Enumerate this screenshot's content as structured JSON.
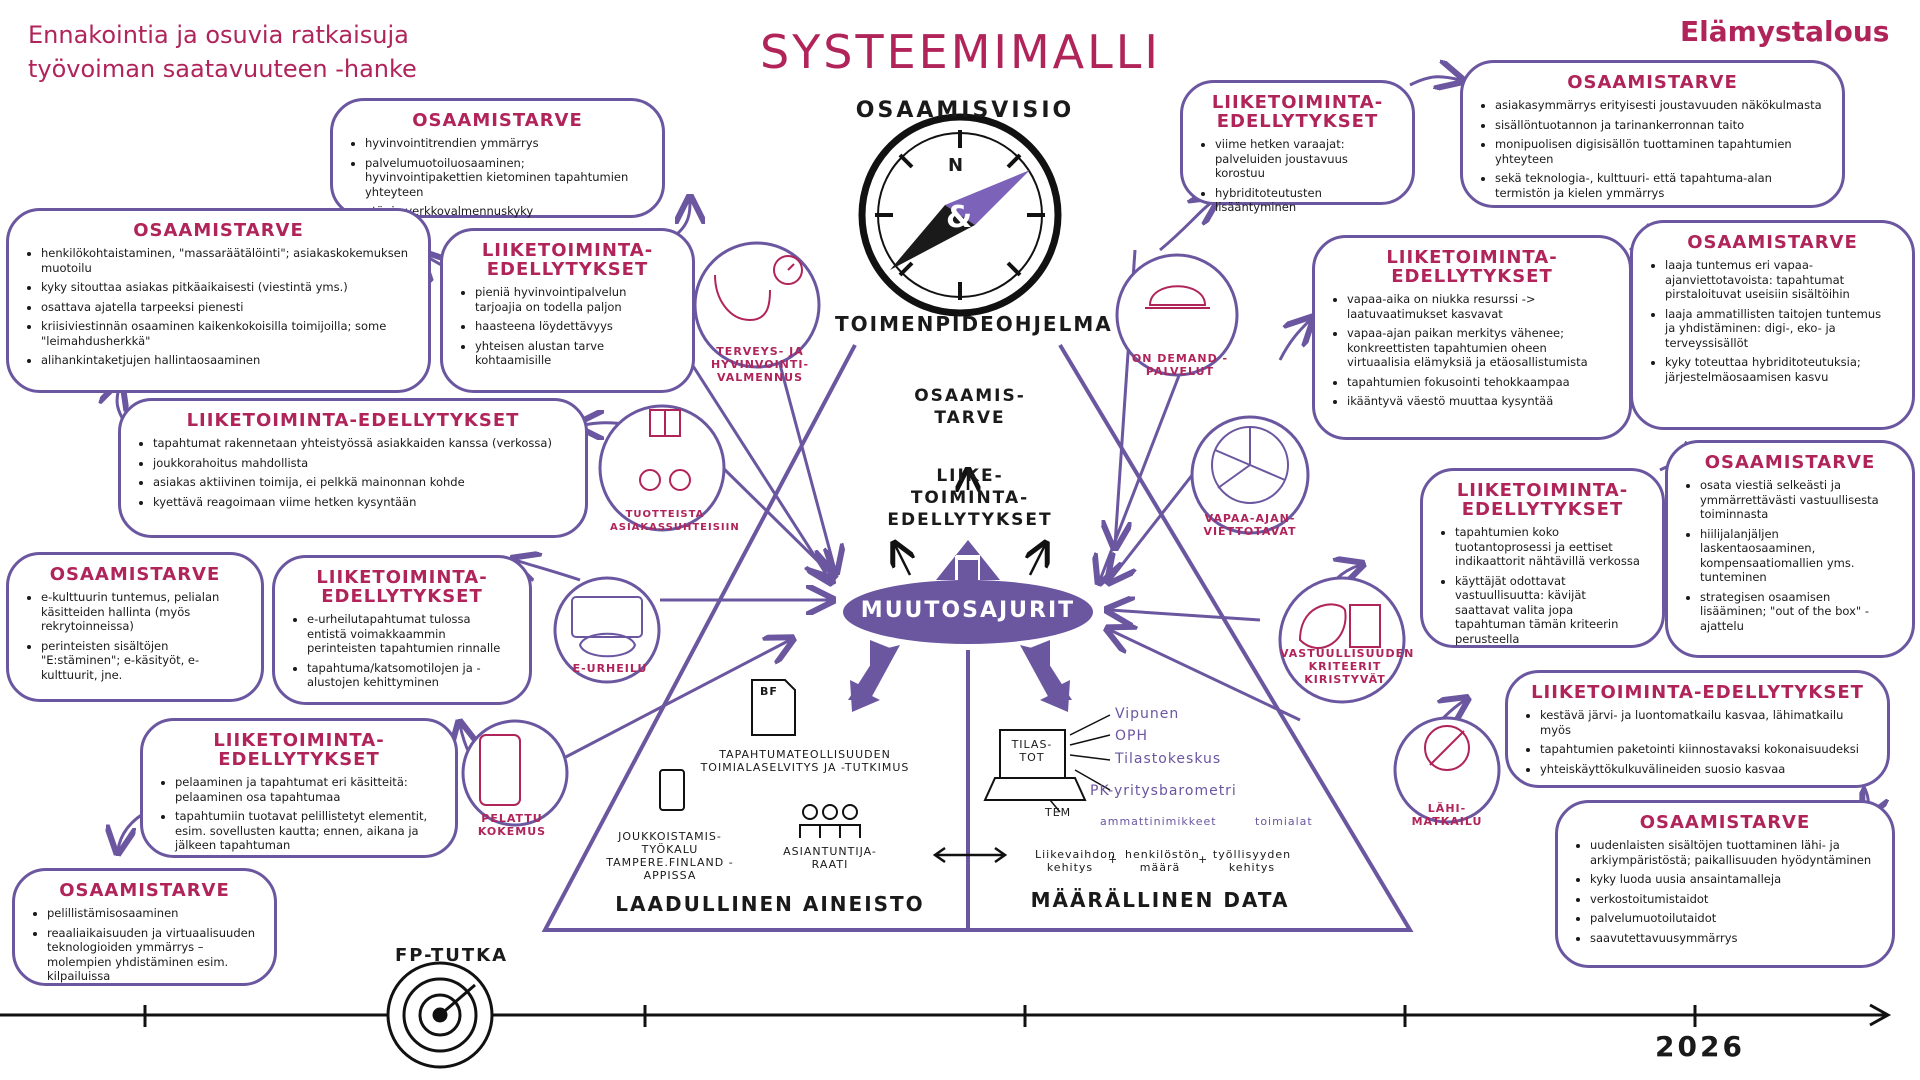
{
  "header": {
    "project_title_line1": "Ennakointia ja osuvia ratkaisuja",
    "project_title_line2": "työvoiman saatavuuteen -hanke",
    "main_title": "SYSTEEMIMALLI",
    "brand": "Elämystalous"
  },
  "center": {
    "vision": "OSAAMISVISIO",
    "program": "TOIMENPIDEOHJELMA",
    "compass_symbol": "&",
    "compass_n": "N",
    "osaamistarve": "OSAAMIS-TARVE",
    "liiketoiminta": "LIIKE-TOIMINTA-EDELLYTYKSET",
    "muutosajurit": "MUUTOSAJURIT",
    "qualitative": "LAADULLINEN AINEISTO",
    "quantitative": "MÄÄRÄLLINEN DATA",
    "bf": "BF",
    "toimialaselvitys": "TAPAHTUMATEOLLISUUDEN TOIMIALASELVITYS JA -TUTKIMUS",
    "joukkoistamis": "JOUKKOISTAMIS-TYÖKALU TAMPERE.FINLAND -APPISSA",
    "asiantuntija": "ASIANTUNTIJA-RAATI",
    "tilastot": "TILAS-TOT",
    "tem": "TEM",
    "vipunen": "Vipunen",
    "oph": "OPH",
    "tilastokeskus": "Tilastokeskus",
    "pk_barometri": "PK-yritysbarometri",
    "ammattinimikkeet": "ammattinimikkeet",
    "toimialat": "toimialat",
    "liikevaihdon": "Liikevaihdon kehitys",
    "henkiloston": "henkilöstön määrä",
    "tyollisyyden": "työllisyyden kehitys",
    "plus": "+"
  },
  "timeline": {
    "radar": "FP-TUTKA",
    "year": "2026"
  },
  "categories": {
    "terveys": "TERVEYS- JA HYVINVOINTI-VALMENNUS",
    "tuotteistus": "TUOTTEISTA ASIAKASSUHTEISIIN",
    "eurheilu": "E-URHEILU",
    "pelattu": "PELATTU KOKEMUS",
    "ondemand": "ON DEMAND -PALVELUT",
    "vapaa": "VAPAA-AJAN-VIETTOTAVAT",
    "vastuullisuus": "VASTUULLISUUDEN KRITEERIT KIRISTYVÄT",
    "lahimatkailu": "LÄHI-MATKAILU"
  },
  "boxes": {
    "o1": {
      "title": "OSAAMISTARVE",
      "items": [
        "hyvinvointitrendien ymmärrys",
        "palvelumuotoiluosaaminen; hyvinvointipakettien kietominen tapahtumien yhteyteen",
        "etä- ja verkkovalmennuskyky"
      ]
    },
    "o2": {
      "title": "OSAAMISTARVE",
      "items": [
        "henkilökohtaistaminen, \"massaräätälöinti\"; asiakaskokemuksen muotoilu",
        "kyky sitouttaa asiakas pitkäaikaisesti (viestintä yms.)",
        "osattava ajatella tarpeeksi pienesti",
        "kriisiviestinnän osaaminen kaikenkokoisilla toimijoilla; some \"leimahdusherkkä\"",
        "alihankintaketjujen hallintaosaaminen"
      ]
    },
    "l1": {
      "title": "LIIKETOIMINTA-EDELLYTYKSET",
      "items": [
        "pieniä hyvinvointipalvelun tarjoajia on todella paljon",
        "haasteena löydettävyys",
        "yhteisen alustan tarve kohtaamisille"
      ]
    },
    "l2": {
      "title": "LIIKETOIMINTA-EDELLYTYKSET",
      "items": [
        "tapahtumat rakennetaan yhteistyössä asiakkaiden kanssa (verkossa)",
        "joukkorahoitus mahdollista",
        "asiakas aktiivinen toimija, ei pelkkä mainonnan kohde",
        "kyettävä reagoimaan viime hetken kysyntään"
      ]
    },
    "o3": {
      "title": "OSAAMISTARVE",
      "items": [
        "e-kulttuurin tuntemus, pelialan käsitteiden hallinta (myös rekrytoinneissa)",
        "perinteisten sisältöjen \"E:stäminen\"; e-käsityöt, e-kulttuurit, jne."
      ]
    },
    "l3": {
      "title": "LIIKETOIMINTA-EDELLYTYKSET",
      "items": [
        "e-urheilutapahtumat tulossa entistä voimakkaammin perinteisten tapahtumien rinnalle",
        "tapahtuma/katsomotilojen ja -alustojen kehittyminen"
      ]
    },
    "l4": {
      "title": "LIIKETOIMINTA-EDELLYTYKSET",
      "items": [
        "pelaaminen ja tapahtumat eri käsitteitä: pelaaminen osa tapahtumaa",
        "tapahtumiin tuotavat pelillistetyt elementit, esim. sovellusten kautta; ennen, aikana ja jälkeen tapahtuman"
      ]
    },
    "o4": {
      "title": "OSAAMISTARVE",
      "items": [
        "pelillistämisosaaminen",
        "reaaliaikaisuuden ja virtuaalisuuden teknologioiden ymmärrys – molempien yhdistäminen esim. kilpailuissa"
      ]
    },
    "r1l": {
      "title": "LIIKETOIMINTA-EDELLYTYKSET",
      "items": [
        "viime hetken varaajat: palveluiden joustavuus korostuu",
        "hybriditoteutusten lisääntyminen"
      ]
    },
    "r1o": {
      "title": "OSAAMISTARVE",
      "items": [
        "asiakasymmärrys erityisesti joustavuuden näkökulmasta",
        "sisällöntuotannon ja tarinankerronnan taito",
        "monipuolisen digisisällön tuottaminen tapahtumien yhteyteen",
        "sekä teknologia-, kulttuuri- että tapahtuma-alan termistön ja kielen ymmärrys"
      ]
    },
    "r2l": {
      "title": "LIIKETOIMINTA-EDELLYTYKSET",
      "items": [
        "vapaa-aika on niukka resurssi -> laatuvaatimukset kasvavat",
        "vapaa-ajan paikan merkitys vähenee; konkreettisten tapahtumien oheen virtuaalisia elämyksiä ja etäosallistumista",
        "tapahtumien fokusointi tehokkaampaa",
        "ikääntyvä väestö muuttaa kysyntää"
      ]
    },
    "r2o": {
      "title": "OSAAMISTARVE",
      "items": [
        "laaja tuntemus eri vapaa-ajanviettotavoista: tapahtumat pirstaloituvat useisiin sisältöihin",
        "laaja ammatillisten taitojen tuntemus ja yhdistäminen: digi-, eko- ja terveyssisällöt",
        "kyky toteuttaa hybriditoteutuksia; järjestelmäosaamisen kasvu"
      ]
    },
    "r3l": {
      "title": "LIIKETOIMINTA-EDELLYTYKSET",
      "items": [
        "tapahtumien koko tuotantoprosessi ja eettiset indikaattorit nähtävillä verkossa",
        "käyttäjät odottavat vastuullisuutta: kävijät saattavat valita jopa tapahtuman tämän kriteerin perusteella"
      ]
    },
    "r3o": {
      "title": "OSAAMISTARVE",
      "items": [
        "osata viestiä selkeästi ja ymmärrettävästi vastuullisesta toiminnasta",
        "hiilijalanjäljen laskentaosaaminen, kompensaatiomallien yms. tunteminen",
        "strategisen osaamisen lisääminen; \"out of the box\" -ajattelu"
      ]
    },
    "r4l": {
      "title": "LIIKETOIMINTA-EDELLYTYKSET",
      "items": [
        "kestävä järvi- ja luontomatkailu kasvaa, lähimatkailu myös",
        "tapahtumien paketointi kiinnostavaksi kokonaisuudeksi",
        "yhteiskäyttökulkuvälineiden suosio kasvaa"
      ]
    },
    "r4o": {
      "title": "OSAAMISTARVE",
      "items": [
        "uudenlaisten sisältöjen tuottaminen lähi- ja arkiympäristöstä; paikallisuuden hyödyntäminen",
        "kyky luoda uusia ansaintamalleja",
        "verkostoitumistaidot",
        "palvelumuotoilutaidot",
        "saavutettavuusymmärrys"
      ]
    }
  },
  "colors": {
    "purple": "#6b56a0",
    "magenta": "#b0245a"
  }
}
